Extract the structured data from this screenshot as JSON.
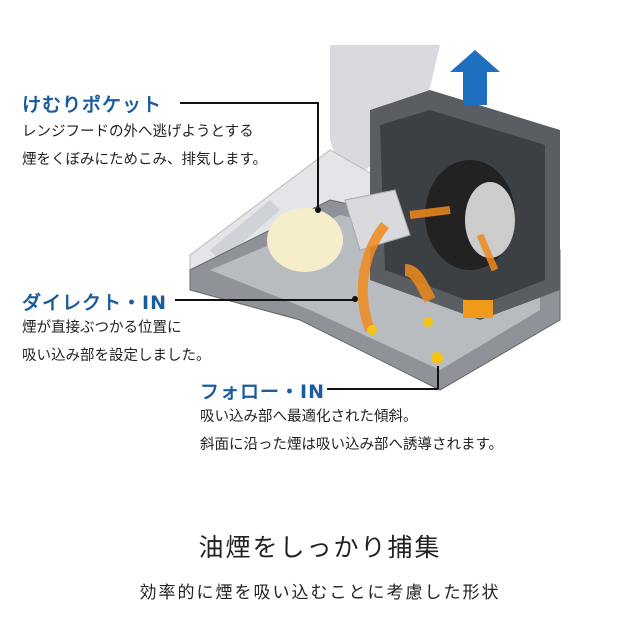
{
  "callouts": [
    {
      "title": "けむりポケット",
      "lines": [
        "レンジフードの外へ逃げようとする",
        "煙をくぼみにためこみ、排気します。"
      ]
    },
    {
      "title": "ダイレクト・IN",
      "lines": [
        "煙が直接ぶつかる位置に",
        "吸い込み部を設定しました。"
      ]
    },
    {
      "title": "フォロー・IN",
      "lines": [
        "吸い込み部へ最適化された傾斜。",
        "斜面に沿った煙は吸い込み部へ誘導されます。"
      ]
    }
  ],
  "footer": {
    "title": "油煙をしっかり捕集",
    "subtitle": "効率的に煙を吸い込むことに考慮した形状"
  },
  "colors": {
    "accent": "#1a5c9e",
    "arrow_orange": "#f08a1c",
    "exhaust_blue": "#1f6fc0"
  }
}
